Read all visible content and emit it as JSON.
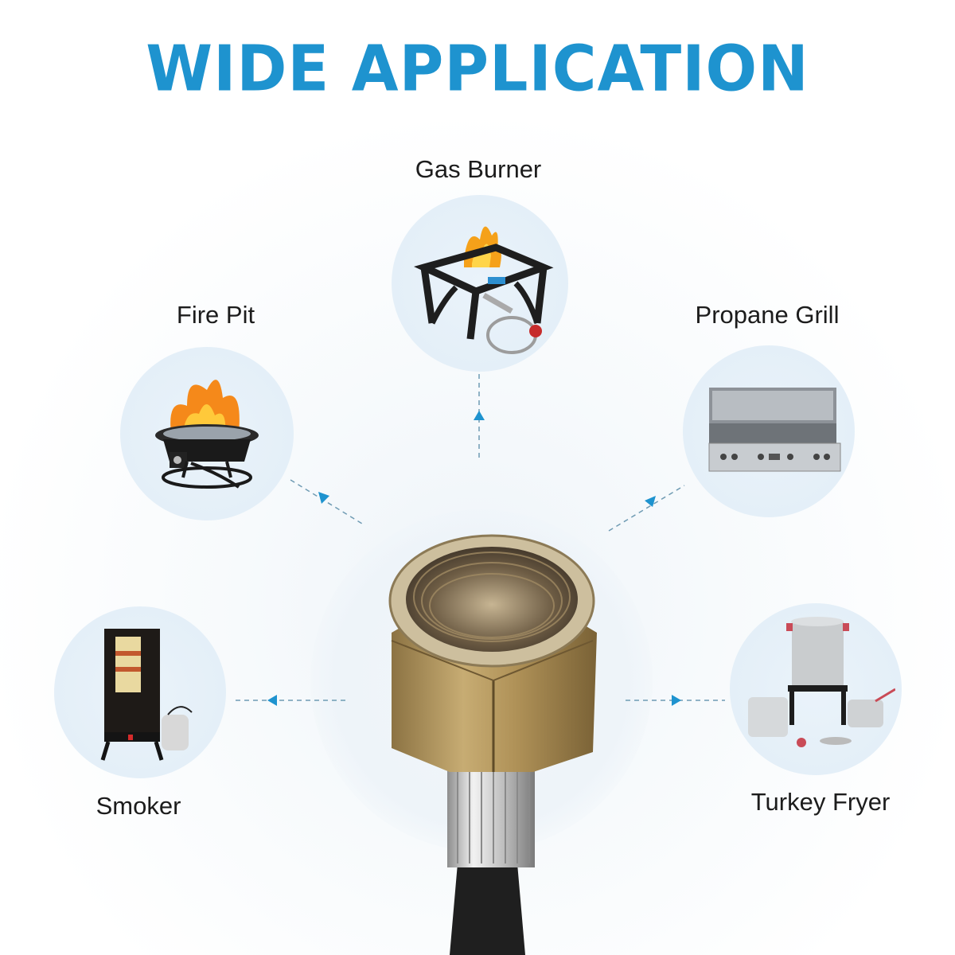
{
  "header": {
    "title": "WIDE APPLICATION",
    "title_color": "#1e93cf"
  },
  "applications": [
    {
      "id": "gas-burner",
      "label": "Gas Burner",
      "arrow_direction": "up"
    },
    {
      "id": "fire-pit",
      "label": "Fire Pit",
      "arrow_direction": "up-left"
    },
    {
      "id": "propane-grill",
      "label": "Propane Grill",
      "arrow_direction": "up-right"
    },
    {
      "id": "smoker",
      "label": "Smoker",
      "arrow_direction": "left"
    },
    {
      "id": "turkey-fryer",
      "label": "Turkey Fryer",
      "arrow_direction": "right"
    }
  ],
  "center": {
    "product": "brass-hose-fitting",
    "colors": {
      "brass": "#b89a5f",
      "chrome": "#c9c9c9",
      "hose": "#222222"
    }
  },
  "style": {
    "arrow_color": "#1e93cf",
    "dash_color": "#6f9bb3",
    "circle_fill": "#e6f0f8"
  }
}
